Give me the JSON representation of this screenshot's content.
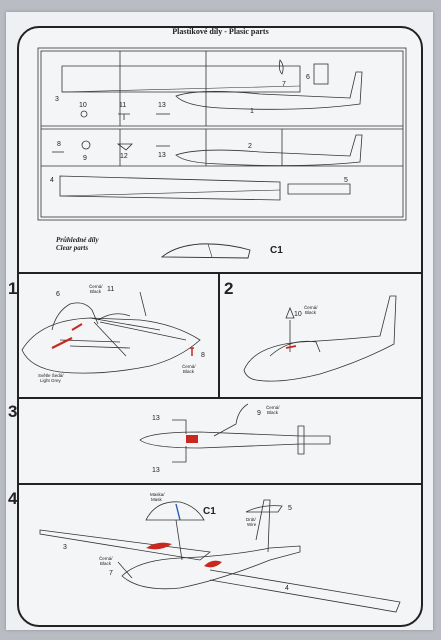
{
  "header": {
    "title": "Plastikové díly - Plasic parts"
  },
  "clear_parts": {
    "title_line1": "Průhledné díly",
    "title_line2": "Clear parts",
    "part_label": "C1"
  },
  "sprue": {
    "labels": {
      "p1": "1",
      "p2": "2",
      "p3": "3",
      "p4": "4",
      "p5": "5",
      "p6": "6",
      "p7": "7",
      "p8": "8",
      "p9": "9",
      "p10": "10",
      "p11": "11",
      "p12": "12",
      "p13a": "13",
      "p13b": "13"
    }
  },
  "step1": {
    "number": "1",
    "labels": {
      "part6": "6",
      "part11": "11",
      "part8": "8",
      "black_cz_a": "Černá/",
      "black_en_a": "Black",
      "black_cz_b": "Černá/",
      "black_en_b": "Black",
      "grey_cz": "Světle Šedá/",
      "grey_en": "Light Grey"
    }
  },
  "step2": {
    "number": "2",
    "labels": {
      "part10": "10",
      "black_cz": "Černá/",
      "black_en": "Black"
    }
  },
  "step3": {
    "number": "3",
    "labels": {
      "part13a": "13",
      "part13b": "13",
      "part9": "9",
      "black_cz": "Černá/",
      "black_en": "Black"
    }
  },
  "step4": {
    "number": "4",
    "labels": {
      "mask_cz": "Maska/",
      "mask_en": "Mask",
      "c1": "C1",
      "part5": "5",
      "part3": "3",
      "part4": "4",
      "part7": "7",
      "wire_cz": "Drát/",
      "wire_en": "Wire",
      "black_cz": "Černá/",
      "black_en": "Black"
    }
  },
  "colors": {
    "paper": "#eef0f3",
    "ink": "#222222",
    "accent_red": "#c8281e"
  }
}
